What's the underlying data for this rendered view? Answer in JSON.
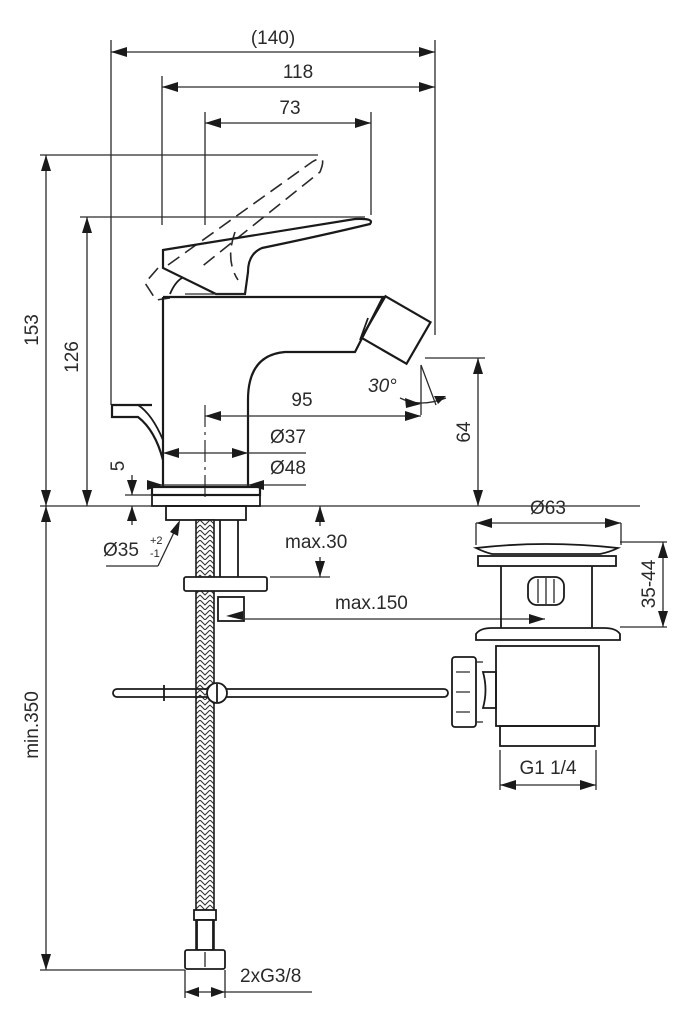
{
  "drawing": {
    "title": "Bidet mixer technical drawing",
    "units": "mm",
    "line_color": "#2a2a2a",
    "background": "#ffffff"
  },
  "dimensions": {
    "overall_depth": "(140)",
    "spout_reach_total": "118",
    "handle_reach": "73",
    "height_handle_raised": "153",
    "height_handle_closed": "126",
    "spout_projection": "95",
    "body_diameter": "Ø37",
    "base_diameter": "Ø48",
    "base_thickness": "5",
    "spout_height": "64",
    "spout_angle": "30°",
    "hole_diameter": "Ø35",
    "hole_tolerance_plus": "+2",
    "hole_tolerance_minus": "-1",
    "deck_thickness": "max.30",
    "popup_rod_distance": "max.150",
    "waste_diameter": "Ø63",
    "waste_height": "35-44",
    "waste_thread": "G1 1/4",
    "hose_length": "min.350",
    "hose_connection": "2xG3/8"
  },
  "components": {
    "mixer_body": "faucet-body",
    "lever_handle": "lever-handle",
    "swivel_spout": "spout-aerator",
    "popup_knob": "pop-up-knob",
    "flexible_hoses": "braided-hoses",
    "pop_up_waste": "pop-up-waste",
    "pull_rod": "pull-rod-linkage"
  }
}
